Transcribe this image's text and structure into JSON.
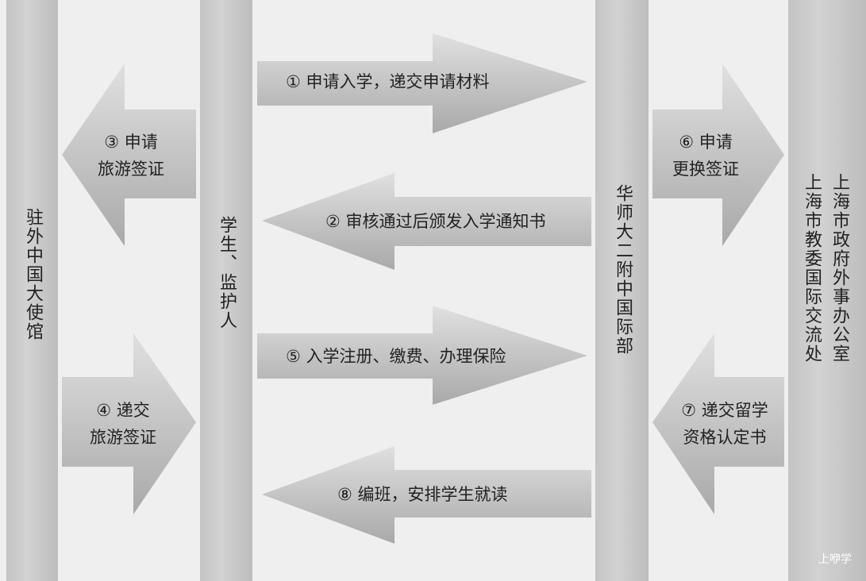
{
  "columns": {
    "embassy": "驻外中国大使馆",
    "student": "学生、监护人",
    "school": "华师大二附中国际部",
    "gov_line1": "上海市政府外事办公室",
    "gov_line2": "上海市教委国际交流处"
  },
  "steps": {
    "s1": "① 申请入学，递交申请材料",
    "s2": "② 审核通过后颁发入学通知书",
    "s3a": "③ 申请",
    "s3b": "旅游签证",
    "s4a": "④ 递交",
    "s4b": "旅游签证",
    "s5": "⑤ 入学注册、缴费、办理保险",
    "s6a": "⑥ 申请",
    "s6b": "更换签证",
    "s7a": "⑦ 递交留学",
    "s7b": "资格认定书",
    "s8": "⑧ 编班，安排学生就读"
  },
  "watermark": "上咿学"
}
